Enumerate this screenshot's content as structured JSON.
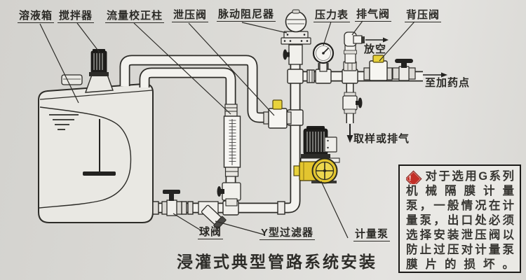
{
  "title": "浸灌式典型管路系统安装",
  "labels": {
    "solution_tank": "溶液箱",
    "agitator": "搅拌器",
    "flow_calibration_column": "流量校正柱",
    "relief_valve": "泄压阀",
    "pulsation_damper": "脉动阻尼器",
    "pressure_gauge": "压力表",
    "vent_valve": "排气阀",
    "back_pressure_valve": "背压阀",
    "vent": "放空",
    "to_dosing_point": "至加药点",
    "sampling_or_vent": "取样或排气",
    "ball_valve": "球阀",
    "y_strainer": "Y型过滤器",
    "metering_pump": "计量泵"
  },
  "note": {
    "icon": "warning-diamond",
    "icon_mark": "!",
    "lines": [
      "对于选用G系列",
      "机械隔膜计量",
      "泵，一般情况在计",
      "量泵，出口处必须",
      "选择安装泄压阀以",
      "防止过压对计量泵",
      "膜片的损坏。"
    ]
  },
  "colors": {
    "background": "#d9d8d4",
    "line": "#2d2c28",
    "pipe_fill": "#f3f2ee",
    "pump_yellow": "#e3c52f",
    "valve_cap_yellow": "#e8d23b",
    "warning_red": "#c22f27",
    "note_text": "#383733"
  }
}
